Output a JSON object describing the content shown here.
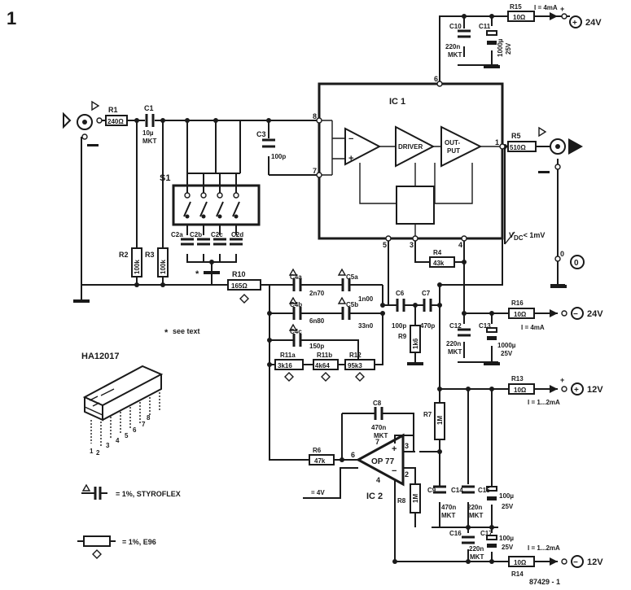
{
  "figure_number": "1",
  "figure_code": "87429 - 1",
  "note": "see text",
  "note_mark": "*",
  "ic1": {
    "label": "IC 1",
    "stages": [
      "DRIVER",
      "OUT-",
      "PUT"
    ],
    "pins": [
      "8",
      "7",
      "1",
      "5",
      "3",
      "4",
      "6"
    ]
  },
  "ic2": {
    "label": "IC 2",
    "name": "OP 77",
    "pins": [
      "7",
      "3",
      "2",
      "6",
      "4"
    ]
  },
  "package": {
    "name": "HA12017",
    "pins": [
      "1",
      "2",
      "3",
      "4",
      "5",
      "6",
      "7",
      "8"
    ]
  },
  "switch": {
    "label": "S1"
  },
  "supplies": {
    "pos24": "24V",
    "neg24": "24V",
    "pos12": "12V",
    "neg12": "12V",
    "i24p": "I = 4mA",
    "i24n": "I = 4mA",
    "i12p": "I = 1...2mA",
    "i12n": "I = 1...2mA",
    "vdc": "V",
    "vdc_sub": "DC",
    "vdc_rest": "< 1mV",
    "bias": "= 4V",
    "plus": "+",
    "minus": "−",
    "zero": "0"
  },
  "legend": {
    "cap": "= 1%, STYROFLEX",
    "res": "= 1%, E96"
  },
  "parts": {
    "r1": {
      "ref": "R1",
      "value": "240Ω"
    },
    "r2": {
      "ref": "R2",
      "value": "100k"
    },
    "r3": {
      "ref": "R3",
      "value": "100k"
    },
    "r4": {
      "ref": "R4",
      "value": "43k"
    },
    "r5": {
      "ref": "R5",
      "value": "510Ω"
    },
    "r6": {
      "ref": "R6",
      "value": "47k"
    },
    "r7": {
      "ref": "R7",
      "value": "1M"
    },
    "r8": {
      "ref": "R8",
      "value": "1M"
    },
    "r9": {
      "ref": "R9",
      "value": "1k6"
    },
    "r10": {
      "ref": "R10",
      "value": "165Ω"
    },
    "r11a": {
      "ref": "R11a",
      "value": "3k16"
    },
    "r11b": {
      "ref": "R11b",
      "value": "4k64"
    },
    "r12": {
      "ref": "R12",
      "value": "95k3"
    },
    "r13": {
      "ref": "R13",
      "value": "10Ω"
    },
    "r14": {
      "ref": "R14",
      "value": "10Ω"
    },
    "r15": {
      "ref": "R15",
      "value": "10Ω"
    },
    "r16": {
      "ref": "R16",
      "value": "10Ω"
    },
    "c1": {
      "ref": "C1",
      "value": "10µ",
      "type": "MKT"
    },
    "c2a": {
      "ref": "C2a"
    },
    "c2b": {
      "ref": "C2b"
    },
    "c2c": {
      "ref": "C2c"
    },
    "c2d": {
      "ref": "C2d"
    },
    "c3": {
      "ref": "C3",
      "value": "100p"
    },
    "c4a": {
      "ref": "C4a",
      "value": "2n70"
    },
    "c4b": {
      "ref": "C4b",
      "value": "6n80"
    },
    "c4c": {
      "ref": "C4c",
      "value": "150p"
    },
    "c5a": {
      "ref": "C5a",
      "value": "1n00"
    },
    "c5b": {
      "ref": "C5b",
      "value": "33n0"
    },
    "c6": {
      "ref": "C6",
      "value": "100p"
    },
    "c7": {
      "ref": "C7",
      "value": "470p"
    },
    "c8": {
      "ref": "C8",
      "value": "470n",
      "type": "MKT"
    },
    "c9": {
      "ref": "C9",
      "value": "470n",
      "type": "MKT"
    },
    "c10": {
      "ref": "C10",
      "value": "220n",
      "type": "MKT"
    },
    "c11": {
      "ref": "C11",
      "value": "1000µ",
      "rating": "25V"
    },
    "c12": {
      "ref": "C12",
      "value": "220n",
      "type": "MKT"
    },
    "c13": {
      "ref": "C13",
      "value": "1000µ",
      "rating": "25V"
    },
    "c14": {
      "ref": "C14",
      "value": "220n",
      "type": "MKT"
    },
    "c15": {
      "ref": "C15",
      "value": "100µ",
      "rating": "25V"
    },
    "c16": {
      "ref": "C16",
      "value": "220n",
      "type": "MKT"
    },
    "c17": {
      "ref": "C17",
      "value": "100µ",
      "rating": "25V"
    }
  }
}
